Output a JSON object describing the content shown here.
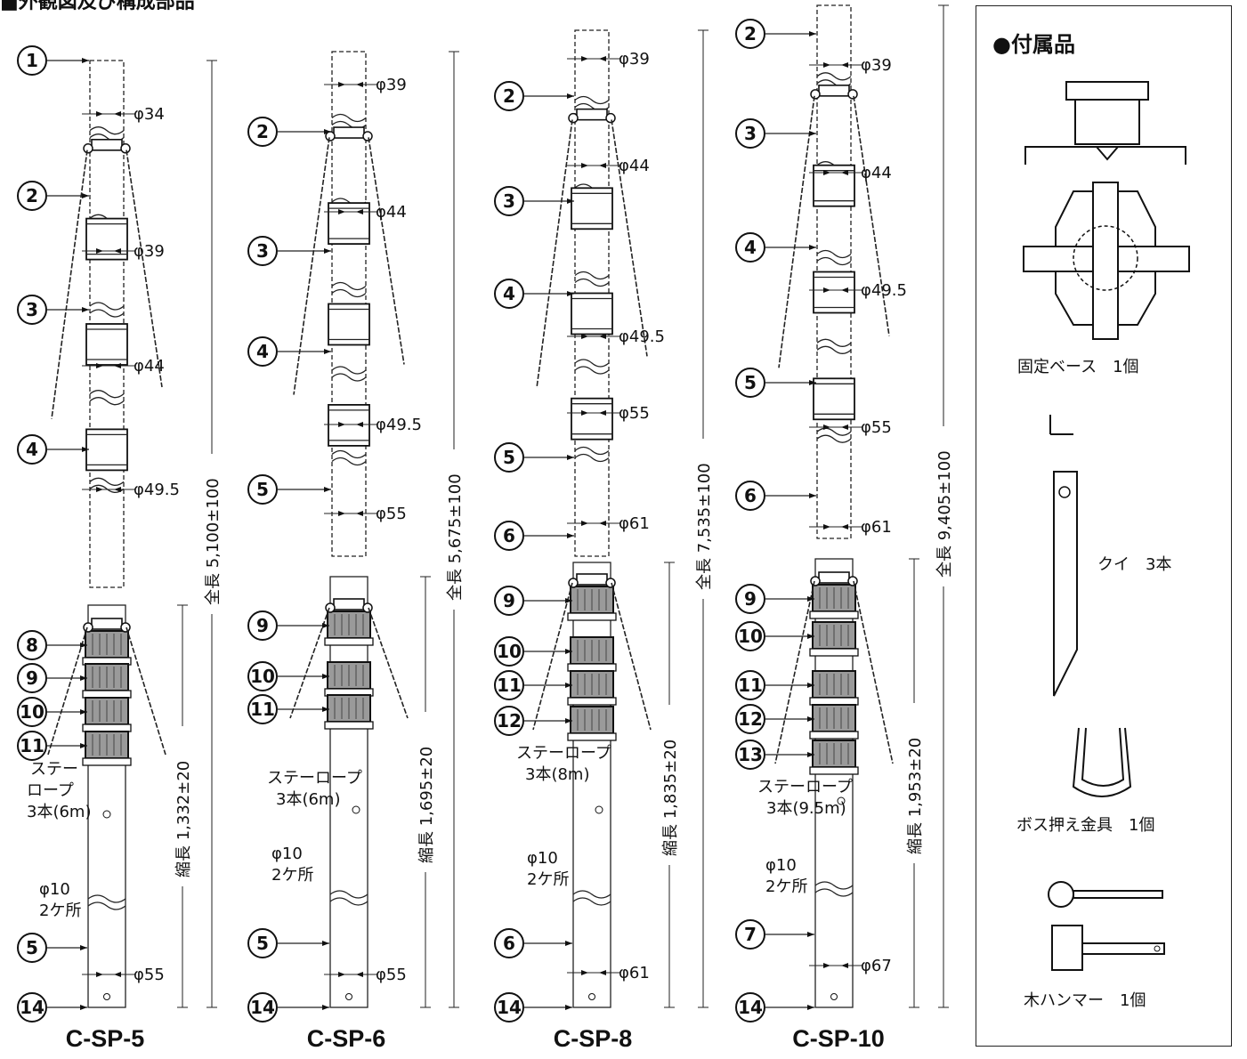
{
  "page_title": "■外観図及び構成部品",
  "models": [
    {
      "name": "C-SP-5",
      "dims": [
        "φ34",
        "φ39",
        "φ44",
        "φ49.5",
        "φ55"
      ],
      "total": "全長 5,100±100",
      "retracted": "縮長 1,332±20",
      "rope": [
        "ステー",
        "ロープ",
        "3本(6m)"
      ],
      "hole": [
        "φ10",
        "2ケ所"
      ],
      "parts_top": [
        "①",
        "②",
        "③",
        "④"
      ],
      "parts_bottom": [
        "⑧",
        "⑨",
        "⑩",
        "⑪",
        "⑤",
        "⑭"
      ]
    },
    {
      "name": "C-SP-6",
      "dims": [
        "φ39",
        "φ44",
        "φ49.5",
        "φ55",
        "φ55"
      ],
      "total": "全長 5,675±100",
      "retracted": "縮長 1,695±20",
      "rope": [
        "ステーロープ",
        "3本(6m)"
      ],
      "hole": [
        "φ10",
        "2ケ所"
      ],
      "parts_top": [
        "②",
        "③",
        "④",
        "⑤"
      ],
      "parts_bottom": [
        "⑨",
        "⑩",
        "⑪",
        "⑤",
        "⑭"
      ]
    },
    {
      "name": "C-SP-8",
      "dims": [
        "φ39",
        "φ44",
        "φ49.5",
        "φ55",
        "φ61",
        "φ61"
      ],
      "total": "全長 7,535±100",
      "retracted": "縮長 1,835±20",
      "rope": [
        "ステーロープ",
        "3本(8m)"
      ],
      "hole": [
        "φ10",
        "2ケ所"
      ],
      "parts_top": [
        "②",
        "③",
        "④",
        "⑤",
        "⑥"
      ],
      "parts_bottom": [
        "⑨",
        "⑩",
        "⑪",
        "⑫",
        "⑥",
        "⑭"
      ]
    },
    {
      "name": "C-SP-10",
      "dims": [
        "φ39",
        "φ44",
        "φ49.5",
        "φ55",
        "φ61",
        "φ67"
      ],
      "total": "全長 9,405±100",
      "retracted": "縮長 1,953±20",
      "rope": [
        "ステーロープ",
        "3本(9.5m)"
      ],
      "hole": [
        "φ10",
        "2ケ所"
      ],
      "parts_top": [
        "②",
        "③",
        "④",
        "⑤",
        "⑥"
      ],
      "parts_bottom": [
        "⑨",
        "⑩",
        "⑪",
        "⑫",
        "⑬",
        "⑦",
        "⑭"
      ]
    }
  ],
  "accessories": {
    "title": "●付属品",
    "items": [
      {
        "label": "固定ベース　1個"
      },
      {
        "label": "クイ　3本"
      },
      {
        "label": "ボス押え金具　1個"
      },
      {
        "label": "木ハンマー　1個"
      }
    ]
  }
}
